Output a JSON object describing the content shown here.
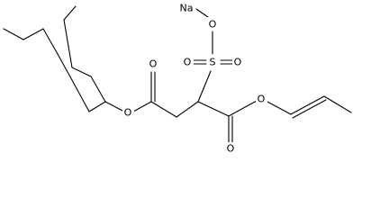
{
  "molecule": {
    "atoms": [
      {
        "id": "Na",
        "label": "Na"
      },
      {
        "id": "O_na",
        "label": "O"
      },
      {
        "id": "S",
        "label": "S"
      },
      {
        "id": "O_s1",
        "label": "O"
      },
      {
        "id": "O_s2",
        "label": "O"
      },
      {
        "id": "O_est1",
        "label": "O"
      },
      {
        "id": "O_co1",
        "label": "O"
      },
      {
        "id": "O_est2",
        "label": "O"
      },
      {
        "id": "O_co2",
        "label": "O"
      }
    ]
  }
}
